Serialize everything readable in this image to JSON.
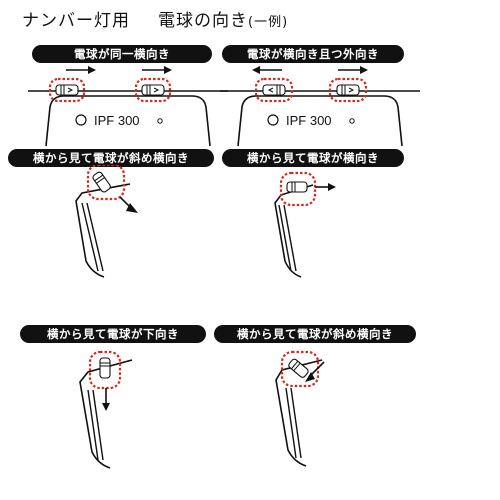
{
  "header": {
    "title_main": "ナンバー灯用",
    "title_sub": "電球の向き",
    "title_note": "(一例)"
  },
  "panels": [
    {
      "label": "電球が同一横向き"
    },
    {
      "label": "電球が横向き且つ外向き"
    },
    {
      "label": "横から見て電球が斜め横向き"
    },
    {
      "label": "横から見て電球が横向き"
    },
    {
      "label": "横から見て電球が下向き"
    },
    {
      "label": "横から見て電球が斜め横向き"
    }
  ],
  "plate": {
    "text": "IPF 300"
  },
  "colors": {
    "highlight": "#d62a1e",
    "ink": "#111111",
    "pill_bg": "#111111",
    "pill_text": "#ffffff"
  }
}
